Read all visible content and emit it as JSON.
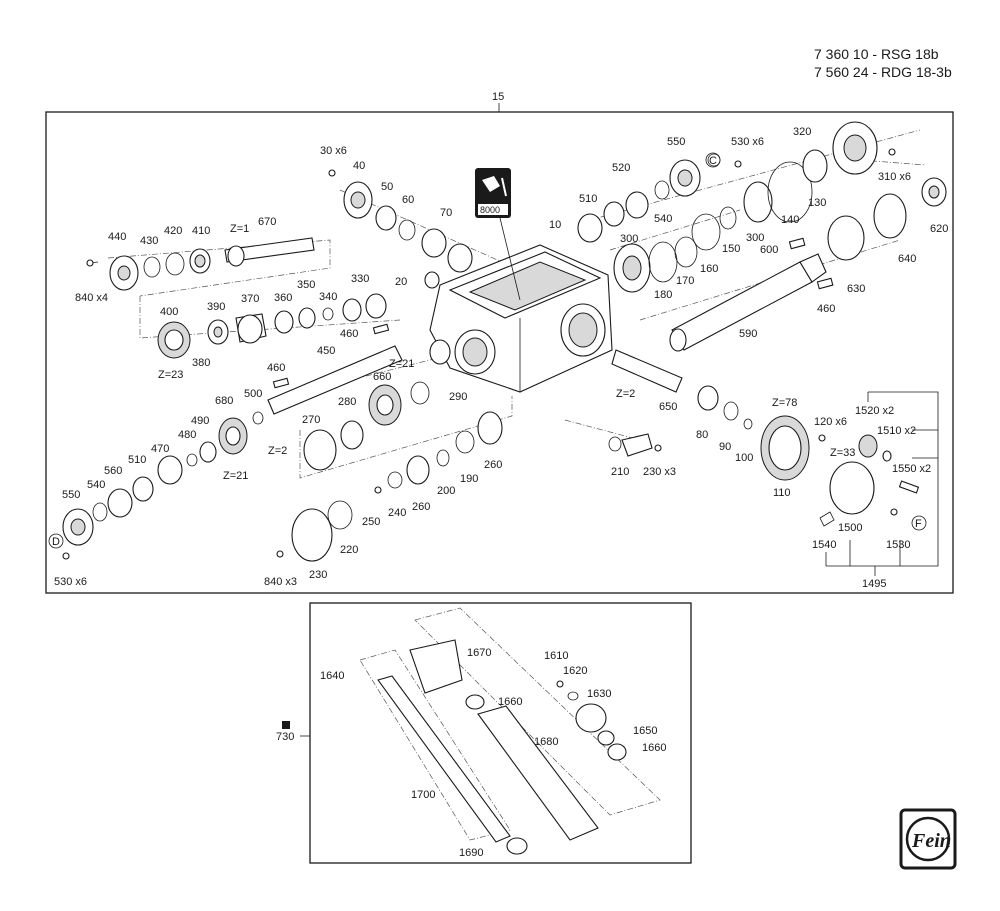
{
  "header": {
    "model_line_1": "7 360 10 - RSG 18b",
    "model_line_2": "7 560 24 - RDG 18-3b"
  },
  "main_assembly": {
    "id": "15",
    "labels": [
      {
        "key": "p30x6",
        "text": "30 x6"
      },
      {
        "key": "p40",
        "text": "40"
      },
      {
        "key": "p50",
        "text": "50"
      },
      {
        "key": "p60",
        "text": "60"
      },
      {
        "key": "p70",
        "text": "70"
      },
      {
        "key": "p10",
        "text": "10"
      },
      {
        "key": "p20",
        "text": "20"
      },
      {
        "key": "p440",
        "text": "440"
      },
      {
        "key": "p430",
        "text": "430"
      },
      {
        "key": "p420",
        "text": "420"
      },
      {
        "key": "p410",
        "text": "410"
      },
      {
        "key": "pz1",
        "text": "Z=1"
      },
      {
        "key": "p670",
        "text": "670"
      },
      {
        "key": "p840x4",
        "text": "840 x4"
      },
      {
        "key": "p400",
        "text": "400"
      },
      {
        "key": "p390",
        "text": "390"
      },
      {
        "key": "p370",
        "text": "370"
      },
      {
        "key": "p360",
        "text": "360"
      },
      {
        "key": "p350",
        "text": "350"
      },
      {
        "key": "p340",
        "text": "340"
      },
      {
        "key": "p330",
        "text": "330"
      },
      {
        "key": "p460a",
        "text": "460"
      },
      {
        "key": "pz23",
        "text": "Z=23"
      },
      {
        "key": "p380",
        "text": "380"
      },
      {
        "key": "p460b",
        "text": "460"
      },
      {
        "key": "p450",
        "text": "450"
      },
      {
        "key": "pz21a",
        "text": "Z=21"
      },
      {
        "key": "p660",
        "text": "660"
      },
      {
        "key": "p500",
        "text": "500"
      },
      {
        "key": "p680",
        "text": "680"
      },
      {
        "key": "p490",
        "text": "490"
      },
      {
        "key": "p480",
        "text": "480"
      },
      {
        "key": "p470",
        "text": "470"
      },
      {
        "key": "p510a",
        "text": "510"
      },
      {
        "key": "p560",
        "text": "560"
      },
      {
        "key": "p540a",
        "text": "540"
      },
      {
        "key": "p550a",
        "text": "550"
      },
      {
        "key": "pz21b",
        "text": "Z=21"
      },
      {
        "key": "pd",
        "text": "D"
      },
      {
        "key": "p530x6a",
        "text": "530 x6"
      },
      {
        "key": "p270",
        "text": "270"
      },
      {
        "key": "p280",
        "text": "280"
      },
      {
        "key": "pz2a",
        "text": "Z=2"
      },
      {
        "key": "p290",
        "text": "290"
      },
      {
        "key": "p260a",
        "text": "260"
      },
      {
        "key": "p190",
        "text": "190"
      },
      {
        "key": "p200",
        "text": "200"
      },
      {
        "key": "p260b",
        "text": "260"
      },
      {
        "key": "p240",
        "text": "240"
      },
      {
        "key": "p250",
        "text": "250"
      },
      {
        "key": "p220",
        "text": "220"
      },
      {
        "key": "p230",
        "text": "230"
      },
      {
        "key": "p840x3",
        "text": "840 x3"
      },
      {
        "key": "p550b",
        "text": "550"
      },
      {
        "key": "p530x6b",
        "text": "530 x6"
      },
      {
        "key": "pc",
        "text": "C"
      },
      {
        "key": "p520",
        "text": "520"
      },
      {
        "key": "p510b",
        "text": "510"
      },
      {
        "key": "p540b",
        "text": "540"
      },
      {
        "key": "p320",
        "text": "320"
      },
      {
        "key": "p310x6",
        "text": "310 x6"
      },
      {
        "key": "p130",
        "text": "130"
      },
      {
        "key": "p140",
        "text": "140"
      },
      {
        "key": "p620",
        "text": "620"
      },
      {
        "key": "p300a",
        "text": "300"
      },
      {
        "key": "p150",
        "text": "150"
      },
      {
        "key": "p300b",
        "text": "300"
      },
      {
        "key": "p600",
        "text": "600"
      },
      {
        "key": "p160",
        "text": "160"
      },
      {
        "key": "p170",
        "text": "170"
      },
      {
        "key": "p180",
        "text": "180"
      },
      {
        "key": "p640",
        "text": "640"
      },
      {
        "key": "p630",
        "text": "630"
      },
      {
        "key": "p460c",
        "text": "460"
      },
      {
        "key": "p590",
        "text": "590"
      },
      {
        "key": "pz2b",
        "text": "Z=2"
      },
      {
        "key": "p650",
        "text": "650"
      },
      {
        "key": "p80",
        "text": "80"
      },
      {
        "key": "p90",
        "text": "90"
      },
      {
        "key": "p100",
        "text": "100"
      },
      {
        "key": "pz78",
        "text": "Z=78"
      },
      {
        "key": "p110",
        "text": "110"
      },
      {
        "key": "p120x6",
        "text": "120 x6"
      },
      {
        "key": "p1520x2",
        "text": "1520 x2"
      },
      {
        "key": "p1510x2",
        "text": "1510 x2"
      },
      {
        "key": "pz33",
        "text": "Z=33"
      },
      {
        "key": "p1550x2",
        "text": "1550 x2"
      },
      {
        "key": "p210",
        "text": "210"
      },
      {
        "key": "p230x3",
        "text": "230 x3"
      },
      {
        "key": "p1500",
        "text": "1500"
      },
      {
        "key": "pf",
        "text": "F"
      },
      {
        "key": "p1540",
        "text": "1540"
      },
      {
        "key": "p1530",
        "text": "1530"
      },
      {
        "key": "p1495",
        "text": "1495"
      }
    ]
  },
  "accessory": {
    "id": "730",
    "labels": [
      {
        "key": "p1640",
        "text": "1640"
      },
      {
        "key": "p1670",
        "text": "1670"
      },
      {
        "key": "p1660a",
        "text": "1660"
      },
      {
        "key": "p1610",
        "text": "1610"
      },
      {
        "key": "p1620",
        "text": "1620"
      },
      {
        "key": "p1630",
        "text": "1630"
      },
      {
        "key": "p1650",
        "text": "1650"
      },
      {
        "key": "p1660b",
        "text": "1660"
      },
      {
        "key": "p1680",
        "text": "1680"
      },
      {
        "key": "p1700",
        "text": "1700"
      },
      {
        "key": "p1690",
        "text": "1690"
      }
    ]
  },
  "oil_badge": {
    "text": "8000"
  },
  "logo": {
    "text": "Fein"
  }
}
